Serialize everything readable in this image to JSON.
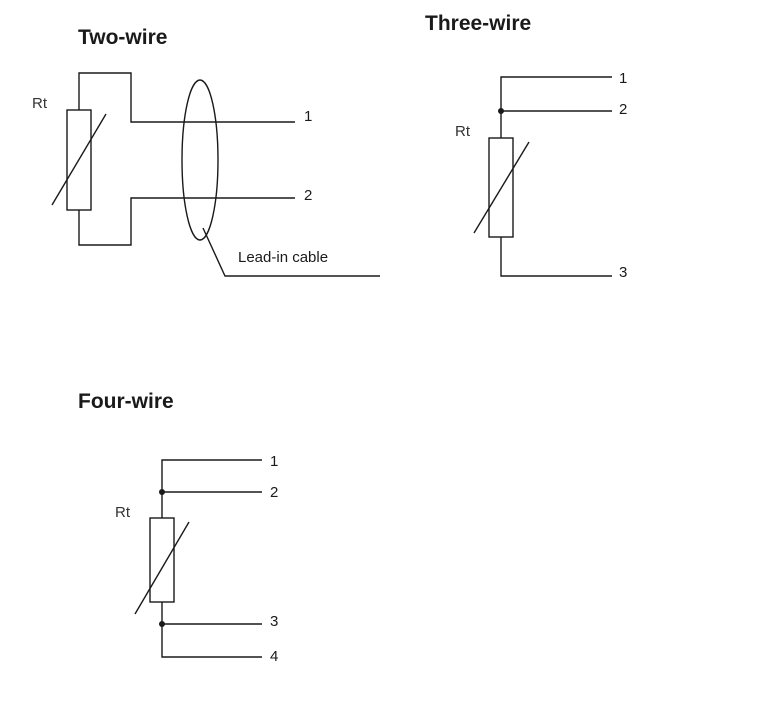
{
  "two_wire": {
    "title": "Two-wire",
    "resistor_label": "Rt",
    "terminal_1": "1",
    "terminal_2": "2",
    "cable_label": "Lead-in cable"
  },
  "three_wire": {
    "title": "Three-wire",
    "resistor_label": "Rt",
    "terminal_1": "1",
    "terminal_2": "2",
    "terminal_3": "3"
  },
  "four_wire": {
    "title": "Four-wire",
    "resistor_label": "Rt",
    "terminal_1": "1",
    "terminal_2": "2",
    "terminal_3": "3",
    "terminal_4": "4"
  }
}
